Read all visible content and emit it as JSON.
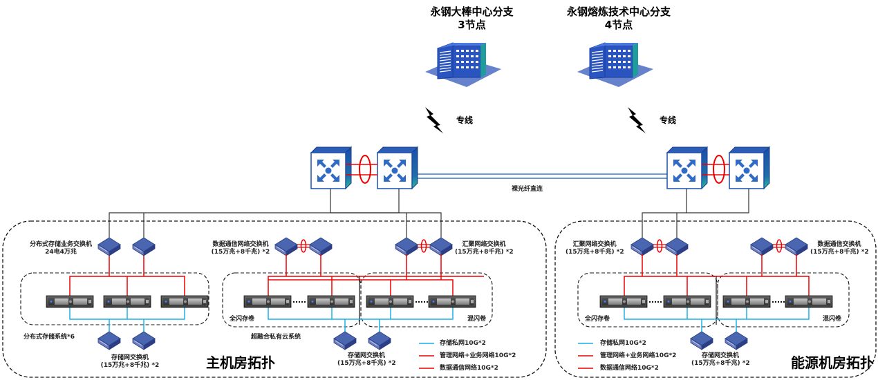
{
  "sites": [
    {
      "name": "永钢大棒中心分支",
      "nodes": "3节点"
    },
    {
      "name": "永钢熔炼技术中心分支",
      "nodes": "4节点"
    }
  ],
  "links": {
    "leased_line": "专线",
    "fiber": "裸光纤直连"
  },
  "main_room": {
    "title": "主机房拓扑",
    "dist_storage_switch": [
      "分布式存储业务交换机",
      "24电4万兆"
    ],
    "dist_storage_system": "分布式存储系统*6",
    "dist_storage_net_switch": [
      "存储网交换机",
      "(15万兆+8千兆) *2"
    ],
    "data_comm_switch": [
      "数据通信网络交换机",
      "(15万兆+8千兆) *2"
    ],
    "aggregation_switch": [
      "汇聚网络交换机",
      "(15万兆+8千兆) *2"
    ],
    "all_flash": "全闪存卷",
    "hybrid_flash": "混闪卷",
    "hci_system": "超融合私有云系统",
    "hci_storage_switch": [
      "存储网交换机",
      "(15万兆+8千兆) *2"
    ],
    "legend": [
      {
        "label": "存储私网10G*2",
        "color": "#1ab0ea"
      },
      {
        "label": "管理网络+业务网络10G*2",
        "color": "#ff0000"
      },
      {
        "label": "数据通信网络10G*2",
        "color": "#ff0000"
      }
    ]
  },
  "energy_room": {
    "title": "能源机房拓扑",
    "aggregation_switch": [
      "汇聚网络交换机",
      "(15万兆+8千兆) *2"
    ],
    "data_comm_switch": [
      "数据通信交换机",
      "(15万兆+8千兆) *2"
    ],
    "all_flash": "全闪存卷",
    "hybrid_flash": "混闪卷",
    "storage_switch": [
      "存储网交换机",
      "(15万兆+8千兆) *2"
    ],
    "legend": [
      {
        "label": "存储私网10G*2",
        "color": "#1ab0ea"
      },
      {
        "label": "管理网络+业务网络10G*2",
        "color": "#ff0000"
      },
      {
        "label": "数据通信网络10G*2",
        "color": "#ff0000"
      }
    ]
  }
}
